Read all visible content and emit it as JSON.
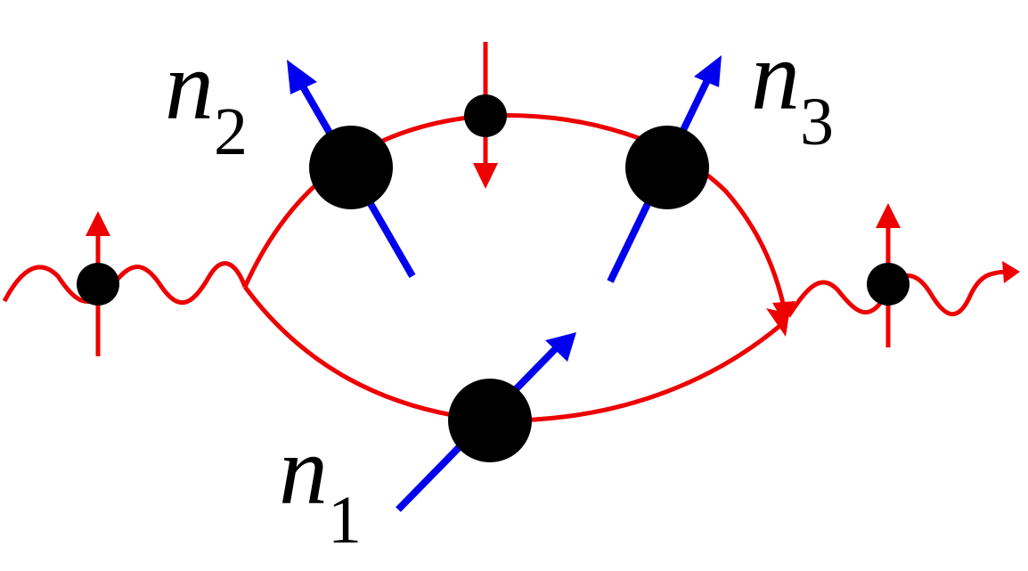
{
  "colors": {
    "propagator": "#ee0000",
    "vector": "#0000ee",
    "vertex": "#000000",
    "background": "#ffffff"
  },
  "labels": {
    "n1": {
      "main": "n",
      "sub": "1"
    },
    "n2": {
      "main": "n",
      "sub": "2"
    },
    "n3": {
      "main": "n",
      "sub": "3"
    }
  }
}
